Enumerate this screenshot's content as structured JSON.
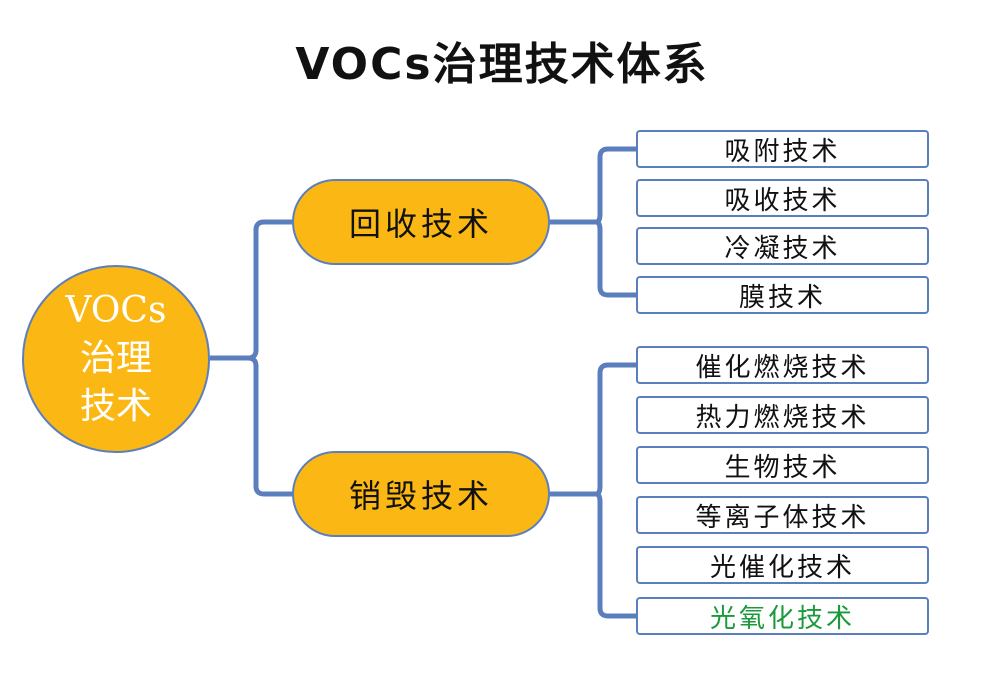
{
  "title": "VOCs治理技术体系",
  "colors": {
    "node_fill": "#fbb814",
    "connector": "#5b7fbc",
    "highlight_text": "#1a9a3a",
    "text": "#111111"
  },
  "root": {
    "line1": "VOCs",
    "line2": "治理",
    "line3": "技术"
  },
  "branches": [
    {
      "label": "回收技术",
      "children": [
        {
          "label": "吸附技术",
          "highlight": false
        },
        {
          "label": "吸收技术",
          "highlight": false
        },
        {
          "label": "冷凝技术",
          "highlight": false
        },
        {
          "label": "膜技术",
          "highlight": false
        }
      ]
    },
    {
      "label": "销毁技术",
      "children": [
        {
          "label": "催化燃烧技术",
          "highlight": false
        },
        {
          "label": "热力燃烧技术",
          "highlight": false
        },
        {
          "label": "生物技术",
          "highlight": false
        },
        {
          "label": "等离子体技术",
          "highlight": false
        },
        {
          "label": "光催化技术",
          "highlight": false
        },
        {
          "label": "光氧化技术",
          "highlight": true
        }
      ]
    }
  ]
}
